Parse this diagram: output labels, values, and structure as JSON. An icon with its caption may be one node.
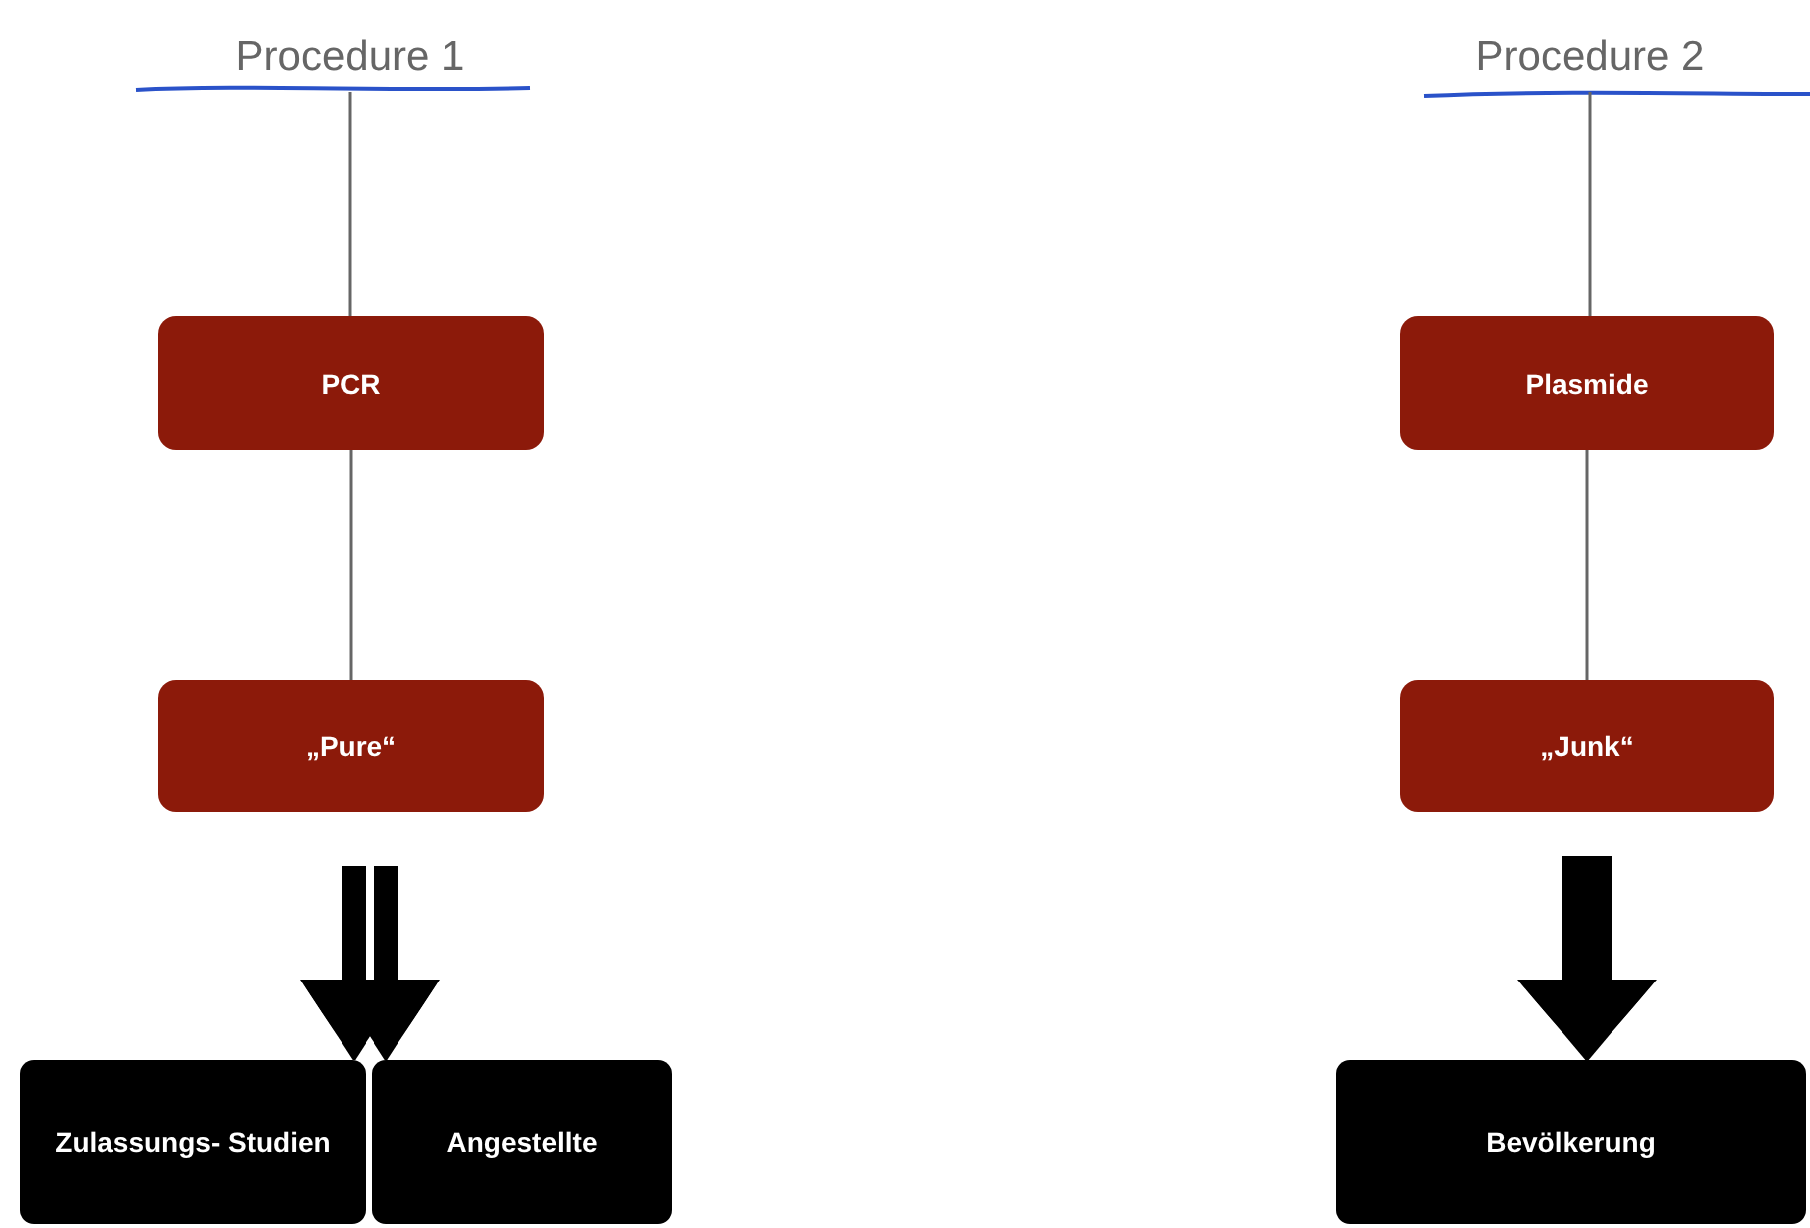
{
  "diagram": {
    "nodes": [
      {
        "text": [
          "Procedure 1"
        ]
      },
      {
        "text": [
          "PCR"
        ]
      },
      {
        "text": [
          "„Pure“"
        ]
      },
      {
        "text": [
          "Zulassungs- Studien"
        ]
      },
      {
        "text": [
          "Angestellte"
        ]
      },
      {
        "text": [
          "Procedure 2"
        ]
      },
      {
        "text": [
          "Plasmide"
        ]
      },
      {
        "text": [
          "„Junk“"
        ]
      },
      {
        "text": [
          "Bevölkerung"
        ]
      }
    ],
    "edges": [
      {
        "from": 0,
        "to": 1,
        "arrow": "none"
      },
      {
        "from": 1,
        "to": 2,
        "arrow": "none"
      },
      {
        "from": 2,
        "to": 3,
        "arrow": "to",
        "style": "thick",
        "color": "#000000"
      },
      {
        "from": 2,
        "to": 4,
        "arrow": "to",
        "style": "thick",
        "color": "#000000"
      },
      {
        "from": 5,
        "to": 6,
        "arrow": "none"
      },
      {
        "from": 6,
        "to": 7,
        "arrow": "none"
      },
      {
        "from": 7,
        "to": 8,
        "arrow": "to",
        "style": "thick",
        "color": "#000000"
      }
    ]
  }
}
